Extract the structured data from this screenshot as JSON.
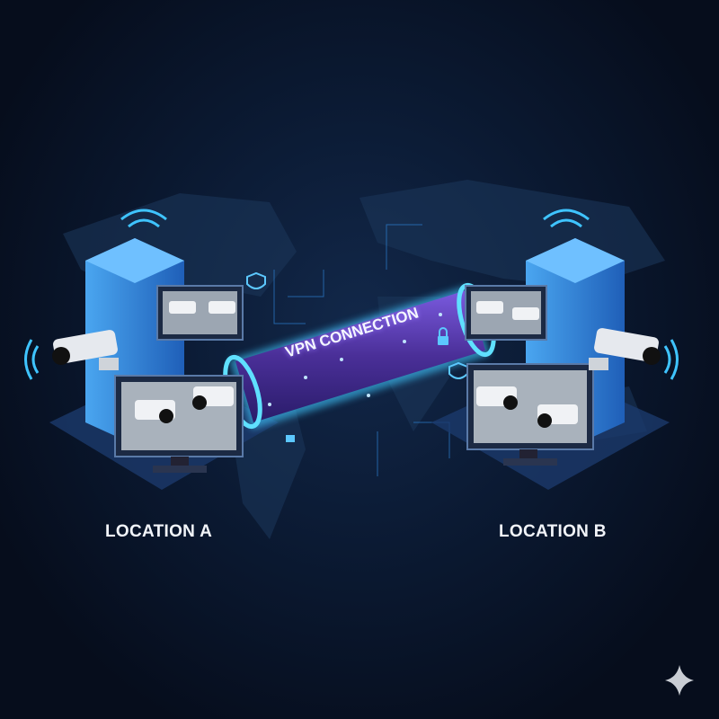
{
  "tunnel": {
    "label": "VPN CONNECTION"
  },
  "locations": [
    {
      "label": "LOCATION A"
    },
    {
      "label": "LOCATION B"
    }
  ],
  "colors": {
    "background": "#0b1a33",
    "building": "#3a8fe0",
    "tunnel": "#5a3aa8",
    "glow": "#39c6ff",
    "text": "#f2f5fa"
  },
  "icons": [
    "wifi-icon",
    "security-camera-icon",
    "monitor-icon",
    "lock-icon",
    "shield-icon",
    "sparkle-icon",
    "world-map"
  ]
}
